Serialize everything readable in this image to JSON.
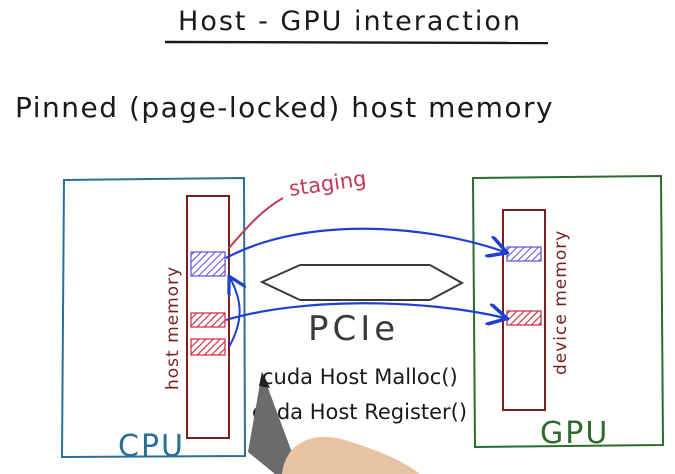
{
  "title": "Host - GPU interaction",
  "subtitle": "Pinned (page-locked) host memory",
  "labels": {
    "staging": "staging",
    "cpu": "CPU",
    "gpu": "GPU",
    "host_memory": "host memory",
    "device_memory": "device memory",
    "pcie": "PCIe",
    "call_malloc": "cuda Host Malloc()",
    "call_register": "cuda Host Register()"
  },
  "colors": {
    "ink": "#1a1a1a",
    "cpu_box": "#2a6f97",
    "gpu_box": "#2e6b2e",
    "memory": "#7a1f1f",
    "arrow": "#1f3fd0",
    "staging": "#c23a55",
    "hatch_blue": "#5c4de0",
    "hatch_red": "#d0243a"
  }
}
